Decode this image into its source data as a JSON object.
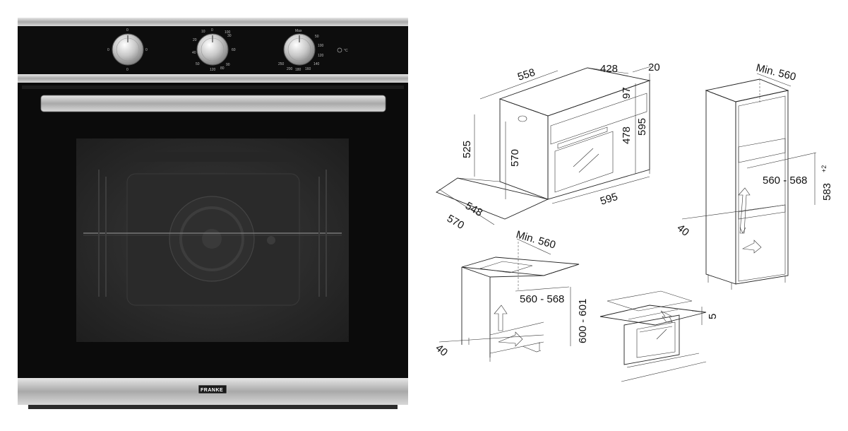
{
  "brand": {
    "logo_text": "FRANKE"
  },
  "control_panel": {
    "knob_left_marks": [
      "0",
      "0",
      "0",
      "0"
    ],
    "knob_middle_marks": [
      "0",
      "30",
      "60",
      "90",
      "120",
      "10",
      "20",
      "40",
      "50",
      "80",
      "100"
    ],
    "knob_right_marks": [
      "250",
      "200",
      "180",
      "160",
      "140",
      "120",
      "100",
      "50",
      "Max"
    ],
    "indicator_label": "°C"
  },
  "diagram_top_oven": {
    "dims": {
      "width_top": "558",
      "depth_top": "428",
      "front_thickness": "20",
      "panel_h": "97",
      "height": "595",
      "body_h": "478",
      "depth_side": "525",
      "inner_h": "570",
      "width_front": "595",
      "depth_base_1": "548",
      "depth_base_2": "570"
    }
  },
  "diagram_tall_cabinet": {
    "dims": {
      "min_width": "Min. 560",
      "width_range": "560 - 568",
      "height_main": "583",
      "height_sup": "+2",
      "vent": "40"
    }
  },
  "diagram_under_counter": {
    "dims": {
      "min_width": "Min. 560",
      "width_range": "560 - 568",
      "height_range": "600 - 601",
      "vent": "40"
    }
  },
  "diagram_hob": {
    "dims": {
      "gap": "5"
    }
  }
}
